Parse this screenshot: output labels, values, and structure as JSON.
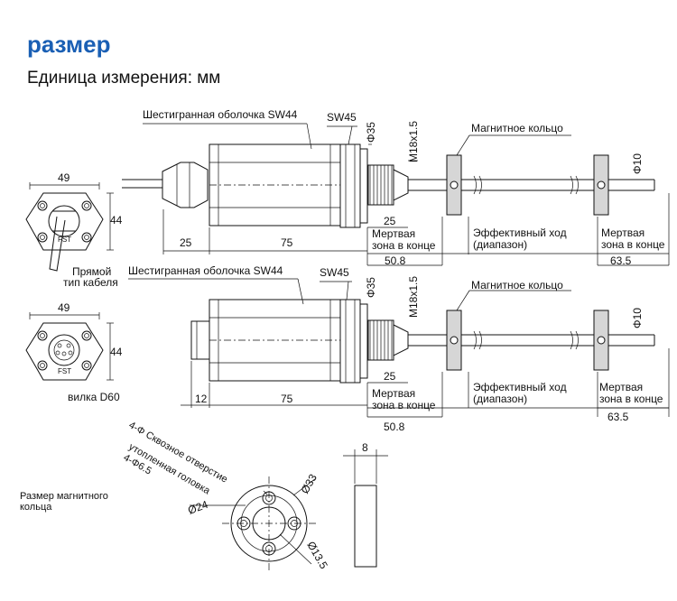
{
  "header": {
    "title": "размер",
    "subtitle": "Единица измерения: мм"
  },
  "top_view": {
    "callout_shell": "Шестигранная оболочка SW44",
    "callout_sw": "SW45",
    "callout_ring": "Магнитное кольцо",
    "dim_d35": "Φ35",
    "dim_thread": "M18x1.5",
    "dim_d10": "Φ10",
    "dim_25_left": "25",
    "dim_75": "75",
    "dim_25_thread": "25",
    "dim_50_8": "50.8",
    "dim_63_5": "63.5",
    "dead_zone_end_1": "Мертвая",
    "dead_zone_end_2": "зона в конце",
    "stroke_1": "Эффективный ход",
    "stroke_2": "(диапазон)",
    "dead_zone_1": "Мертвая",
    "dead_zone_2": "зона в конце",
    "end_49": "49",
    "end_44": "44",
    "end_caption_1": "Прямой",
    "end_caption_2": "тип кабеля",
    "label_fst": "FST"
  },
  "bottom_view": {
    "callout_shell": "Шестигранная оболочка SW44",
    "callout_sw": "SW45",
    "callout_ring": "Магнитное кольцо",
    "dim_d35": "Φ35",
    "dim_thread": "M18x1.5",
    "dim_d10": "Φ10",
    "dim_12": "12",
    "dim_75": "75",
    "dim_25_thread": "25",
    "dim_50_8": "50.8",
    "dim_63_5": "63.5",
    "dead_zone_end_1": "Мертвая",
    "dead_zone_end_2": "зона в конце",
    "stroke_1": "Эффективный ход",
    "stroke_2": "(диапазон)",
    "dead_zone_1": "Мертвая",
    "dead_zone_2": "зона в конце",
    "end_49": "49",
    "end_44": "44",
    "end_caption": "вилка D60",
    "label_fst": "FST"
  },
  "ring": {
    "caption_1": "Размер магнитного",
    "caption_2": "кольца",
    "note_holes": "4-Φ Сквозное отверстие",
    "note_counterbore_1": "утопленная головка",
    "note_counterbore_2": "4-Φ6.5",
    "dim_d33": "Ø33",
    "dim_d24": "Ø24",
    "dim_d13_5": "Ø13.5",
    "dim_thickness": "8"
  }
}
